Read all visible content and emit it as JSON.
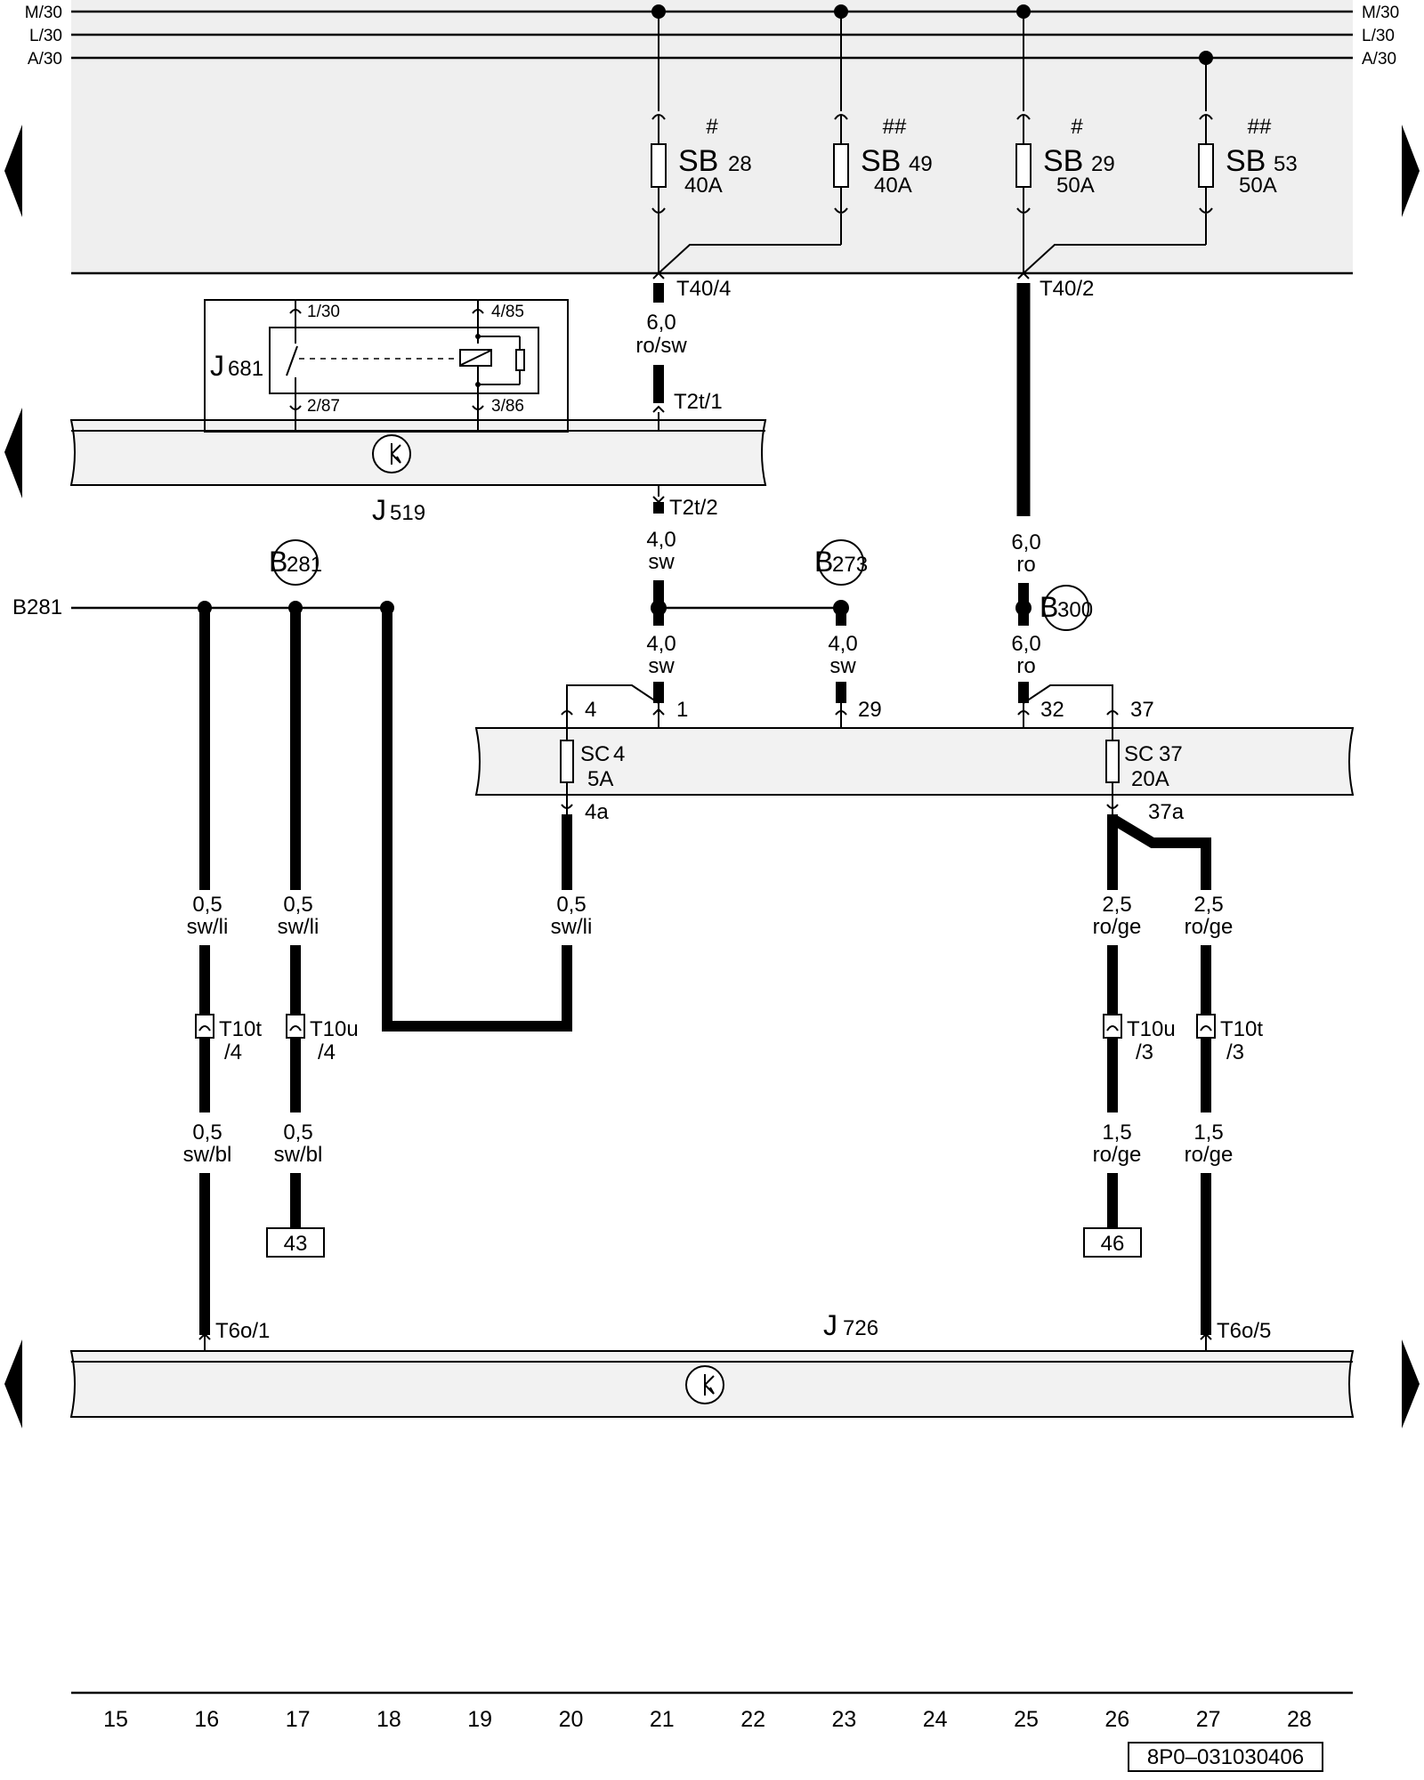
{
  "rails": {
    "m": "M/30",
    "l": "L/30",
    "a": "A/30"
  },
  "fuses_top": [
    {
      "mark": "#",
      "name": "SB",
      "num": "28",
      "rating": "40A"
    },
    {
      "mark": "##",
      "name": "SB",
      "num": "49",
      "rating": "40A"
    },
    {
      "mark": "#",
      "name": "SB",
      "num": "29",
      "rating": "50A"
    },
    {
      "mark": "##",
      "name": "SB",
      "num": "53",
      "rating": "50A"
    }
  ],
  "connectors": {
    "t40_4": "T40/4",
    "t40_2": "T40/2",
    "t2t_1": "T2t/1",
    "t2t_2": "T2t/2",
    "t6o_1": "T6o/1",
    "t6o_5": "T6o/5",
    "t10t_4a": "T10t",
    "t10t_4b": "/4",
    "t10u_4a": "T10u",
    "t10u_4b": "/4",
    "t10u_3a": "T10u",
    "t10u_3b": "/3",
    "t10t_3a": "T10t",
    "t10t_3b": "/3"
  },
  "relay": {
    "name_letter": "J",
    "name_num": "681",
    "p1": "1/30",
    "p2": "4/85",
    "p3": "2/87",
    "p4": "3/86"
  },
  "components": {
    "j519_letter": "J",
    "j519_num": "519",
    "j726_letter": "J",
    "j726_num": "726"
  },
  "splices": {
    "b281_letter": "B",
    "b281_num": "281",
    "b273_letter": "B",
    "b273_num": "273",
    "b300_letter": "B",
    "b300_num": "300",
    "b281_side": "B281"
  },
  "wires": [
    {
      "id": "w21a",
      "size": "6,0",
      "color": "ro/sw"
    },
    {
      "id": "w21b",
      "size": "4,0",
      "color": "sw"
    },
    {
      "id": "w21c",
      "size": "4,0",
      "color": "sw"
    },
    {
      "id": "w23",
      "size": "4,0",
      "color": "sw"
    },
    {
      "id": "w25a",
      "size": "6,0",
      "color": "ro"
    },
    {
      "id": "w25b",
      "size": "6,0",
      "color": "ro"
    },
    {
      "id": "w16a",
      "size": "0,5",
      "color": "sw/li"
    },
    {
      "id": "w17a",
      "size": "0,5",
      "color": "sw/li"
    },
    {
      "id": "w20",
      "size": "0,5",
      "color": "sw/li"
    },
    {
      "id": "w26a",
      "size": "2,5",
      "color": "ro/ge"
    },
    {
      "id": "w27a",
      "size": "2,5",
      "color": "ro/ge"
    },
    {
      "id": "w16b",
      "size": "0,5",
      "color": "sw/bl"
    },
    {
      "id": "w17b",
      "size": "0,5",
      "color": "sw/bl"
    },
    {
      "id": "w26b",
      "size": "1,5",
      "color": "ro/ge"
    },
    {
      "id": "w27b",
      "size": "1,5",
      "color": "ro/ge"
    }
  ],
  "fusebox": {
    "pins": [
      "4",
      "1",
      "29",
      "32",
      "37",
      "4a",
      "37a"
    ],
    "sc4_name": "SC",
    "sc4_num": "4",
    "sc4_rating": "5A",
    "sc37_name": "SC",
    "sc37_num": "37",
    "sc37_rating": "20A"
  },
  "refs": {
    "r43": "43",
    "r46": "46"
  },
  "grid": [
    "15",
    "16",
    "17",
    "18",
    "19",
    "20",
    "21",
    "22",
    "23",
    "24",
    "25",
    "26",
    "27",
    "28"
  ],
  "doc_id": "8P0–031030406"
}
